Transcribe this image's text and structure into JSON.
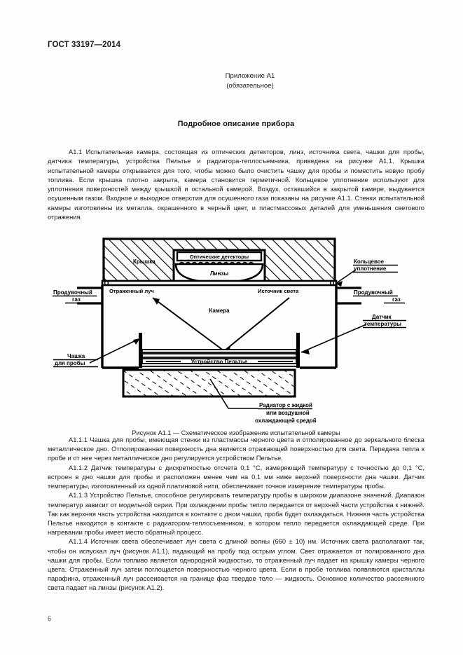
{
  "document": {
    "standard_header": "ГОСТ 33197—2014",
    "page_number": "6",
    "annex": {
      "title": "Приложение А1",
      "subtitle": "(обязательное)"
    },
    "section_title": "Подробное описание прибора"
  },
  "paragraphs": {
    "a1_1": "А1.1  Испытательная камера, состоящая из оптических детекторов, линз, источника света, чашки для пробы, датчика температуры, устройства Пельтье и радиатора-теплосъемника, приведена на рисунке А1.1. Крышка испытательной камеры открывается для того, чтобы можно было очистить чашку для пробы и поместить новую пробу топлива. Если крышка плотно закрыта, камера становится герметичной. Кольцевое уплотнение используют для уплотнения поверхностей между крышкой и остальной камерой. Воздух, оставшийся в закрытой камере, выдувается осушенным газом. Входное и выходное отверстия для осушенного газа показаны на рисунке А1.1. Стенки испытательной камеры изготовлены из металла, окрашенного в черный цвет, и пластмассовых деталей для уменьшения светового отражения.",
    "a1_1_1": "А1.1.1  Чашка для пробы, имеющая стенки из пластмассы черного цвета и отполированное до зеркального блеска металлическое дно. Отполированная поверхность дна является отражающей поверхностью для света. Передача тепла к пробе и от нее через металлическое дно регулируется устройством Пельтье.",
    "a1_1_2": "А1.1.2  Датчик температуры с дискретностью отсчета 0,1 °С, измеряющий температуру с точностью до 0,1 °С, встроен в дно чашки для пробы и расположен менее чем на 0,1 мм ниже верхней поверхности дна чашки. Датчик температуры, изготовленный из одной платиновой нити, обеспечивает точное измерение температуры пробы.",
    "a1_1_3": "А1.1.3  Устройство Пельтье, способное регулировать температуру пробы в широком диапазоне значений. Диапазон температур зависит от модельной серии. При охлаждении пробы тепло передается от верхней части устройства к нижней. Так как верхняя часть устройства находится в контакте с дном чашки, проба будет охлаждаться. Нижняя часть устройства Пельтье находится в контакте с радиатором-теплосъемником, в котором тепло передается охлаждающей среде. При нагревании пробы имеет место обратный процесс.",
    "a1_1_4": "А1.1.4  Источник света обеспечивает луч света с длиной волны (660 ± 10) нм. Источник света располагают так, чтобы он испускал луч (рисунок А1.1), падающий на пробу под острым углом. Свет отражается от полированного дна чашки для пробы. Если топливо является однородной жидкостью, то отраженный луч падает на крышку камеры черного цвета. Отраженный луч затем поглощается поверхностью черного цвета. Если в пробе топлива появляются кристаллы парафина, отраженный луч рассеивается на границе фаз твердое тело — жидкость. Основное количество рассеянного света падает на линзы (рисунок А1.2)."
  },
  "figure": {
    "caption": "Рисунок А1.1 — Схематическое изображение испытательной камеры",
    "labels": {
      "lid": "Крышка",
      "optical_detectors": "Оптические детекторы",
      "lenses": "Линзы",
      "ring_seal_line1": "Кольцевое",
      "ring_seal_line2": "уплотнение",
      "purge_gas_left_line1": "Продувочный",
      "purge_gas_left_line2": "газ",
      "purge_gas_right_line1": "Продувочный",
      "purge_gas_right_line2": "газ",
      "reflected_beam": "Отраженный луч",
      "light_source": "Источник света",
      "chamber": "Камера",
      "temperature_sensor_line1": "Датчик",
      "temperature_sensor_line2": "температуры",
      "sample_cup_line1": "Чашка",
      "sample_cup_line2": "для пробы",
      "peltier_device": "Устройство Пельтье",
      "radiator_line1": "Радиатор с жидкой",
      "radiator_line2": "или воздушной",
      "radiator_line3": "охлаждающей средой"
    }
  },
  "colors": {
    "page_background": "#fdfdfd",
    "text": "#1c1c1c",
    "line": "#000000"
  }
}
